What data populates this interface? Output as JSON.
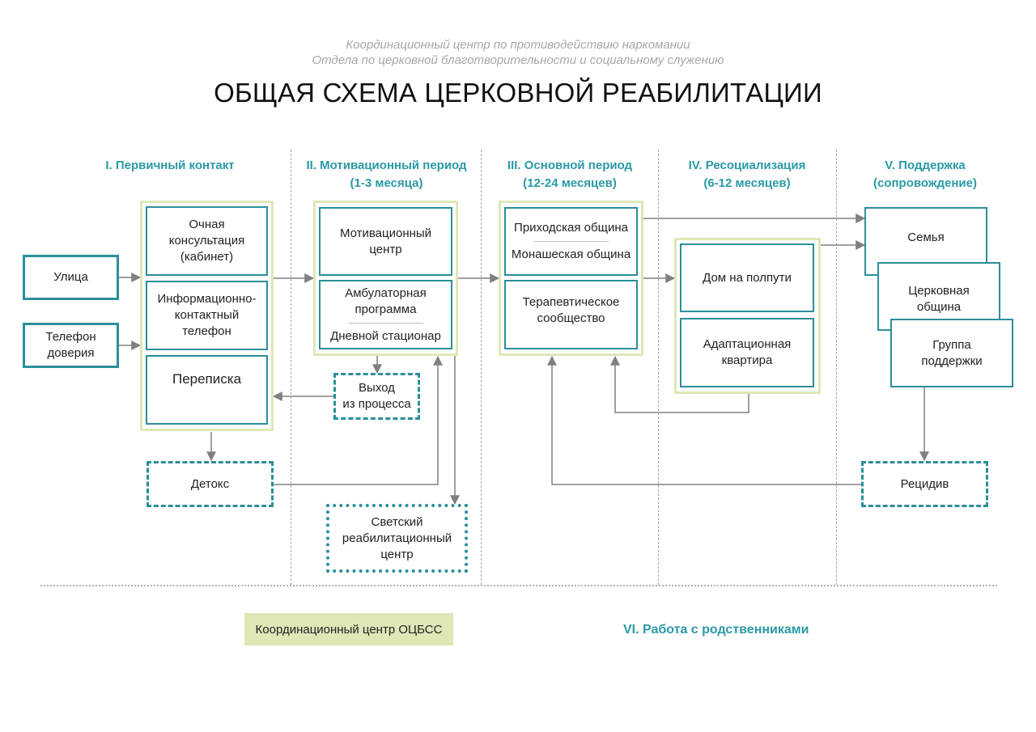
{
  "header": {
    "subtitle_line1": "Координационный центр по противодействию наркомании",
    "subtitle_line2": "Отдела по церковной благотворительности и социальному служению",
    "title": "ОБЩАЯ СХЕМА ЦЕРКОВНОЙ РЕАБИЛИТАЦИИ"
  },
  "phases": {
    "p1": {
      "line1": "I. Первичный контакт",
      "line2": ""
    },
    "p2": {
      "line1": "II. Мотивационный период",
      "line2": "(1-3 месяца)"
    },
    "p3": {
      "line1": "III. Основной период",
      "line2": "(12-24 месяцев)"
    },
    "p4": {
      "line1": "IV. Ресоциализация",
      "line2": "(6-12 месяцев)"
    },
    "p5": {
      "line1": "V. Поддержка",
      "line2": "(сопровождение)"
    }
  },
  "entry": {
    "street": "Улица",
    "helpline_l1": "Телефон",
    "helpline_l2": "доверия"
  },
  "contact": {
    "consult_l1": "Очная",
    "consult_l2": "консультация",
    "consult_l3": "(кабинет)",
    "phone_l1": "Информационно-",
    "phone_l2": "контактный",
    "phone_l3": "телефон",
    "letters": "Переписка"
  },
  "motivation": {
    "center_l1": "Мотивационный",
    "center_l2": "центр",
    "ambul_l1": "Амбулаторная",
    "ambul_l2": "программа",
    "day": "Дневной стационар"
  },
  "main": {
    "parish": "Приходская община",
    "monastic": "Монашеская община",
    "thera_l1": "Терапевтическое",
    "thera_l2": "сообщество"
  },
  "resoc": {
    "halfway": "Дом на полпути",
    "adapt_l1": "Адаптационная",
    "adapt_l2": "квартира"
  },
  "support": {
    "family": "Семья",
    "church_l1": "Церковная",
    "church_l2": "община",
    "group_l1": "Группа",
    "group_l2": "поддержки"
  },
  "other": {
    "exit_l1": "Выход",
    "exit_l2": "из процесса",
    "detox": "Детокс",
    "secular_l1": "Светский",
    "secular_l2": "реабилитационный",
    "secular_l3": "центр",
    "relapse": "Рецидив"
  },
  "footer": {
    "legend": "Координационный центр ОЦБСС",
    "relatives": "VI. Работа с родственниками"
  },
  "colors": {
    "teal": "#2b8f9a",
    "phase_text": "#2a9aa6",
    "group_border": "#dde8b6",
    "arrow": "#808080"
  }
}
